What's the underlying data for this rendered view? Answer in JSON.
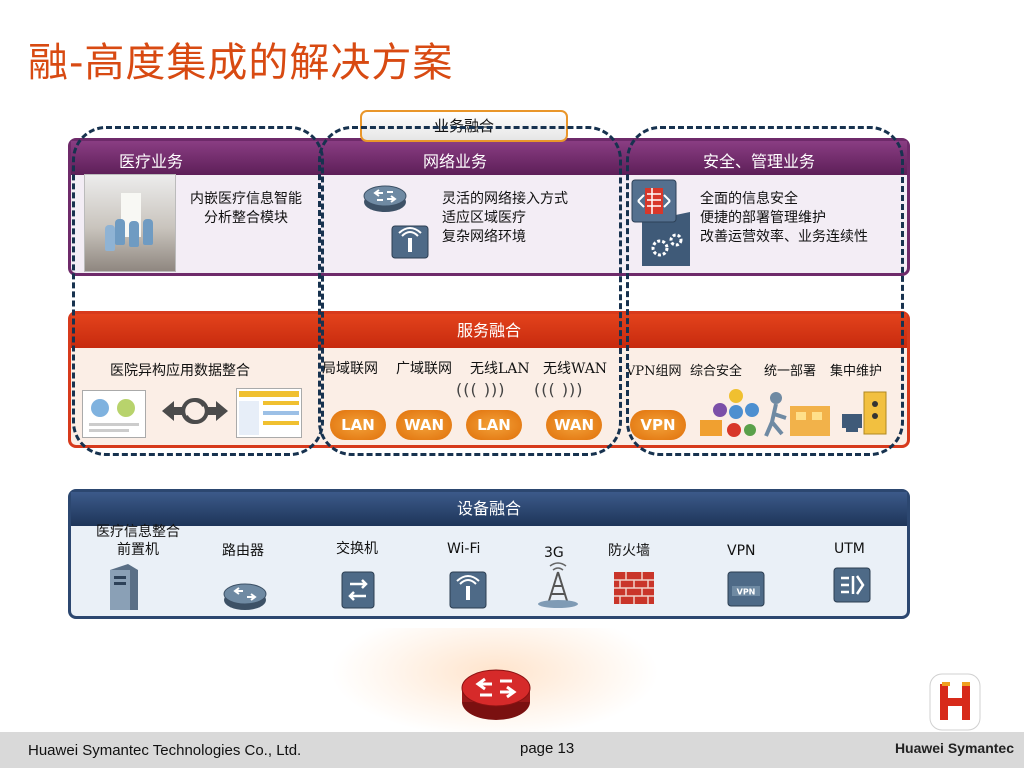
{
  "title": "融-高度集成的解决方案",
  "business": {
    "pill": "业务融合",
    "medical": {
      "title": "医疗业务",
      "desc_line1": "内嵌医疗信息智能",
      "desc_line2": "分析整合模块"
    },
    "network": {
      "title": "网络业务",
      "line1": "灵活的网络接入方式",
      "line2": "适应区域医疗",
      "line3": "复杂网络环境"
    },
    "security": {
      "title": "安全、管理业务",
      "line1": "全面的信息安全",
      "line2": "便捷的部署管理维护",
      "line3": "改善运营效率、业务连续性"
    }
  },
  "service": {
    "title": "服务融合",
    "medical_integration": "医院异构应用数据整合",
    "network_labels": {
      "local": "局域联网",
      "wide": "广域联网",
      "wlan": "无线LAN",
      "wwan": "无线WAN"
    },
    "clouds": [
      "LAN",
      "WAN",
      "LAN",
      "WAN"
    ],
    "security_labels": {
      "vpn": "VPN组网",
      "integrated": "综合安全",
      "deploy": "统一部署",
      "maintain": "集中维护"
    },
    "vpn_cloud": "VPN"
  },
  "device": {
    "title": "设备融合",
    "items": [
      {
        "label_line1": "医疗信息整合",
        "label_line2": "前置机",
        "icon": "server-icon"
      },
      {
        "label_line1": "路由器",
        "icon": "router-icon"
      },
      {
        "label_line1": "交换机",
        "icon": "switch-icon"
      },
      {
        "label_line1": "Wi-Fi",
        "icon": "wifi-access-point-icon"
      },
      {
        "label_line1": "3G",
        "icon": "antenna-tower-icon"
      },
      {
        "label_line1": "防火墙",
        "icon": "firewall-icon"
      },
      {
        "label_line1": "VPN",
        "icon": "vpn-device-icon"
      },
      {
        "label_line1": "UTM",
        "icon": "utm-device-icon"
      }
    ]
  },
  "footer": {
    "company": "Huawei Symantec Technologies Co., Ltd.",
    "page": "page 13",
    "brand": "Huawei Symantec"
  },
  "colors": {
    "title": "#d84a12",
    "business_bar": "#6e2a6a",
    "service_bar": "#d73a1c",
    "device_bar": "#2c4770",
    "pill_border": "#e9962a",
    "dashed": "#17324f"
  }
}
